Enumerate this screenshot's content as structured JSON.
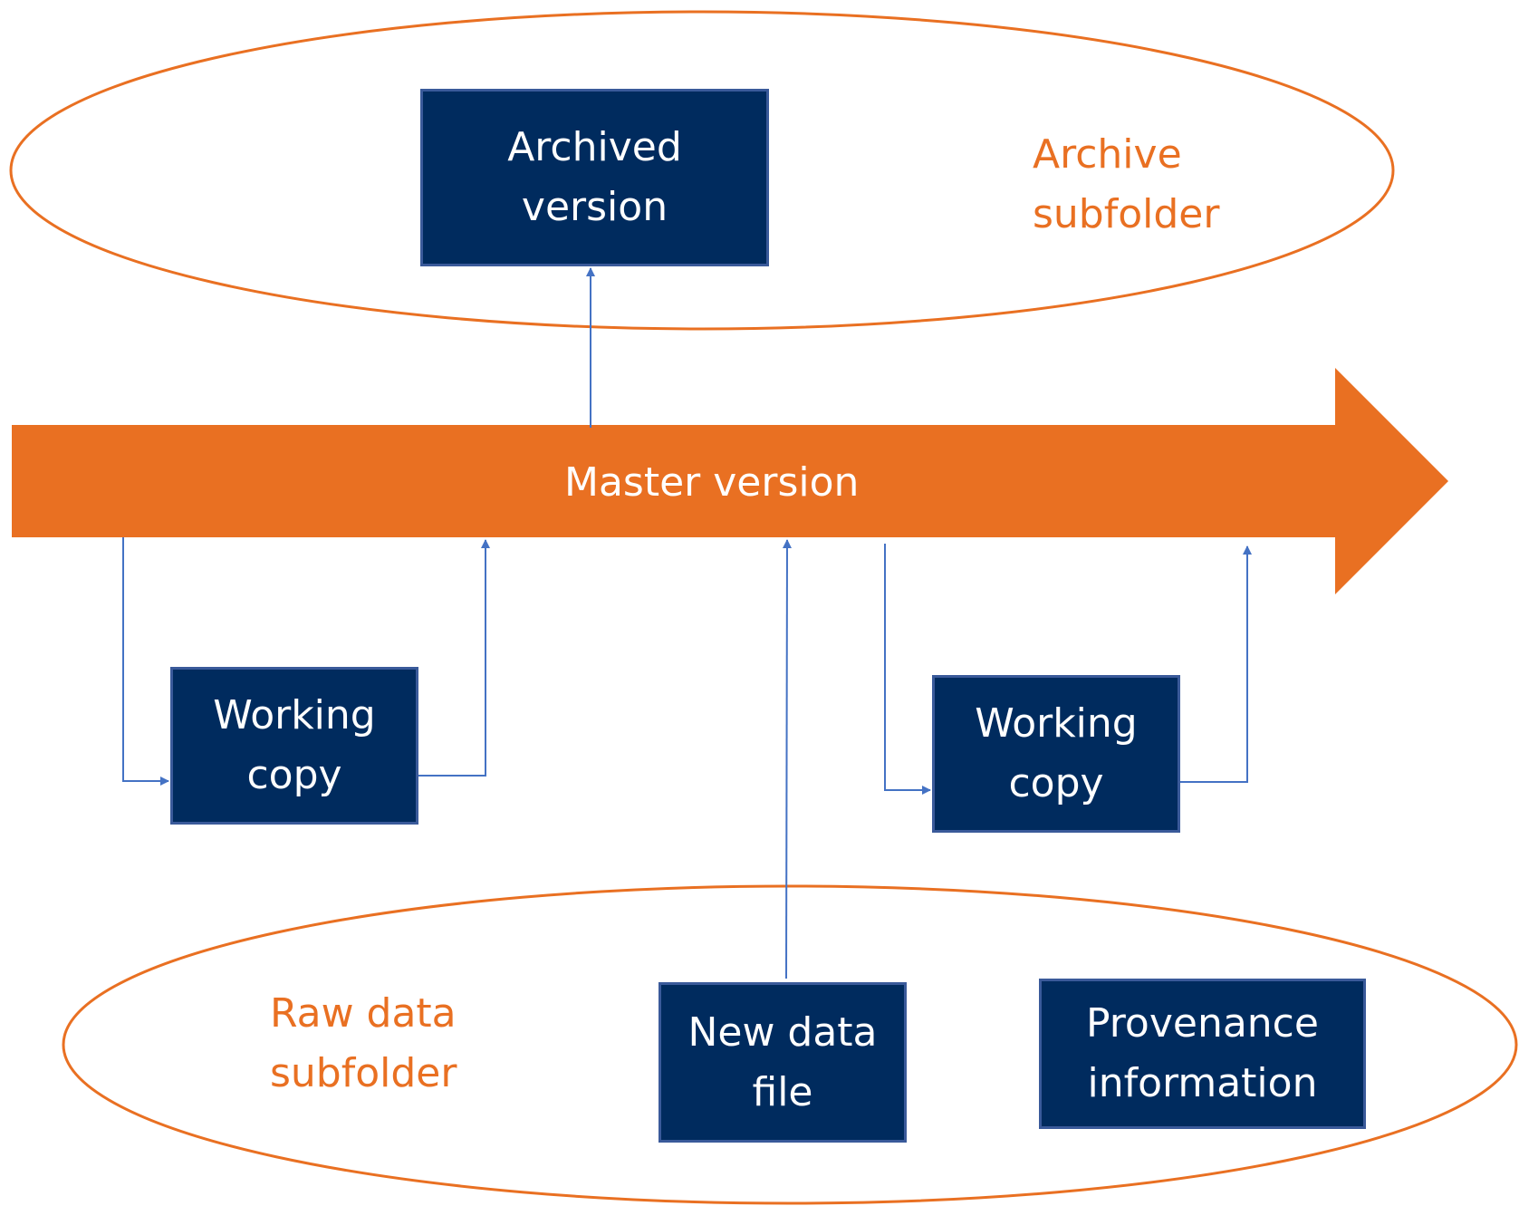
{
  "master": {
    "label": "Master version"
  },
  "archive_folder": {
    "label_line1": "Archive",
    "label_line2": "subfolder"
  },
  "raw_folder": {
    "label_line1": "Raw data",
    "label_line2": "subfolder"
  },
  "boxes": {
    "archived_version": {
      "line1": "Archived",
      "line2": "version"
    },
    "working_copy_left": {
      "line1": "Working",
      "line2": "copy"
    },
    "working_copy_right": {
      "line1": "Working",
      "line2": "copy"
    },
    "new_data_file": {
      "line1": "New data",
      "line2": "file"
    },
    "provenance": {
      "line1": "Provenance",
      "line2": "information"
    }
  },
  "colors": {
    "accent_orange": "#e97022",
    "box_navy": "#002b5e",
    "connector_blue": "#4472c4"
  }
}
